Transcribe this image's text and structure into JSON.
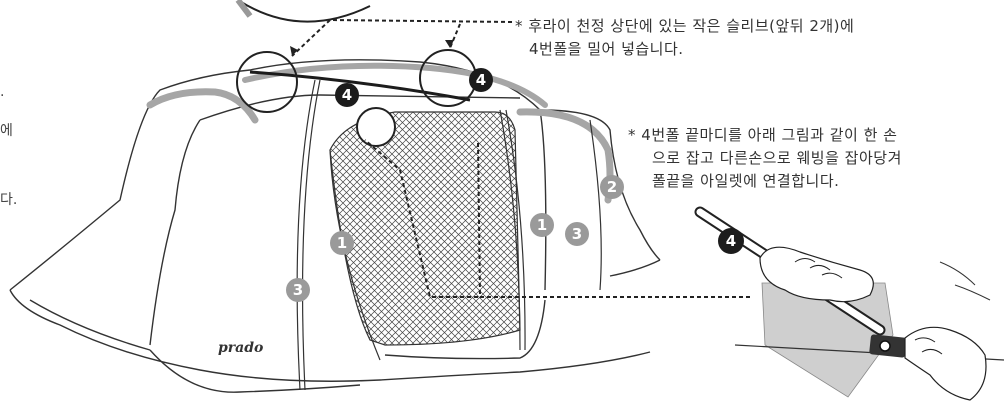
{
  "notes": {
    "top": {
      "star": "*",
      "line1": "후라이 천정 상단에 있는 작은 슬리브(앞뒤 2개)에",
      "line2": "4번폴을 밀어 넣습니다."
    },
    "right": {
      "star": "*",
      "line1": "4번폴 끝마디를 아래 그림과 같이 한 손",
      "line2": "으로 잡고 다른손으로 웨빙을 잡아당겨",
      "line3": "폴끝을 아일렛에 연결합니다."
    }
  },
  "left_fragments": {
    "frag1": ".",
    "frag2": "에",
    "frag3": "다."
  },
  "brand": "prado",
  "pole_numbers": {
    "n4a": "4",
    "n4b": "4",
    "n4c": "4",
    "n1a": "1",
    "n1b": "1",
    "n2": "2",
    "n3a": "3",
    "n3b": "3"
  },
  "colors": {
    "pole_dark": "#1c1c1c",
    "pole_grey": "#9a9a9a",
    "sleeve_grey": "#a6a6a6",
    "line": "#3a3a3a"
  }
}
